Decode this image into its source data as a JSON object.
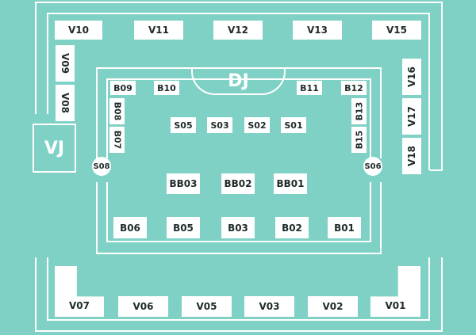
{
  "map": {
    "stage_labels": {
      "vj": "VJ",
      "dj": "DJ"
    },
    "colors": {
      "background": "#7fd1c5",
      "table": "#ffffff",
      "text": "#1f2a2a"
    },
    "tables": {
      "V10": "V10",
      "V11": "V11",
      "V12": "V12",
      "V13": "V13",
      "V15": "V15",
      "V09": "V09",
      "V08": "V08",
      "V16": "V16",
      "V17": "V17",
      "V18": "V18",
      "B09": "B09",
      "B10": "B10",
      "B11": "B11",
      "B12": "B12",
      "B08": "B08",
      "B07": "B07",
      "B13": "B13",
      "B15": "B15",
      "S05": "S05",
      "S03": "S03",
      "S02": "S02",
      "S01": "S01",
      "S08": "S08",
      "S06": "S06",
      "BB03": "BB03",
      "BB02": "BB02",
      "BB01": "BB01",
      "B06": "B06",
      "B05": "B05",
      "B03": "B03",
      "B02": "B02",
      "B01": "B01",
      "V07": "V07",
      "V06": "V06",
      "V05": "V05",
      "V03": "V03",
      "V02": "V02",
      "V01": "V01"
    }
  }
}
